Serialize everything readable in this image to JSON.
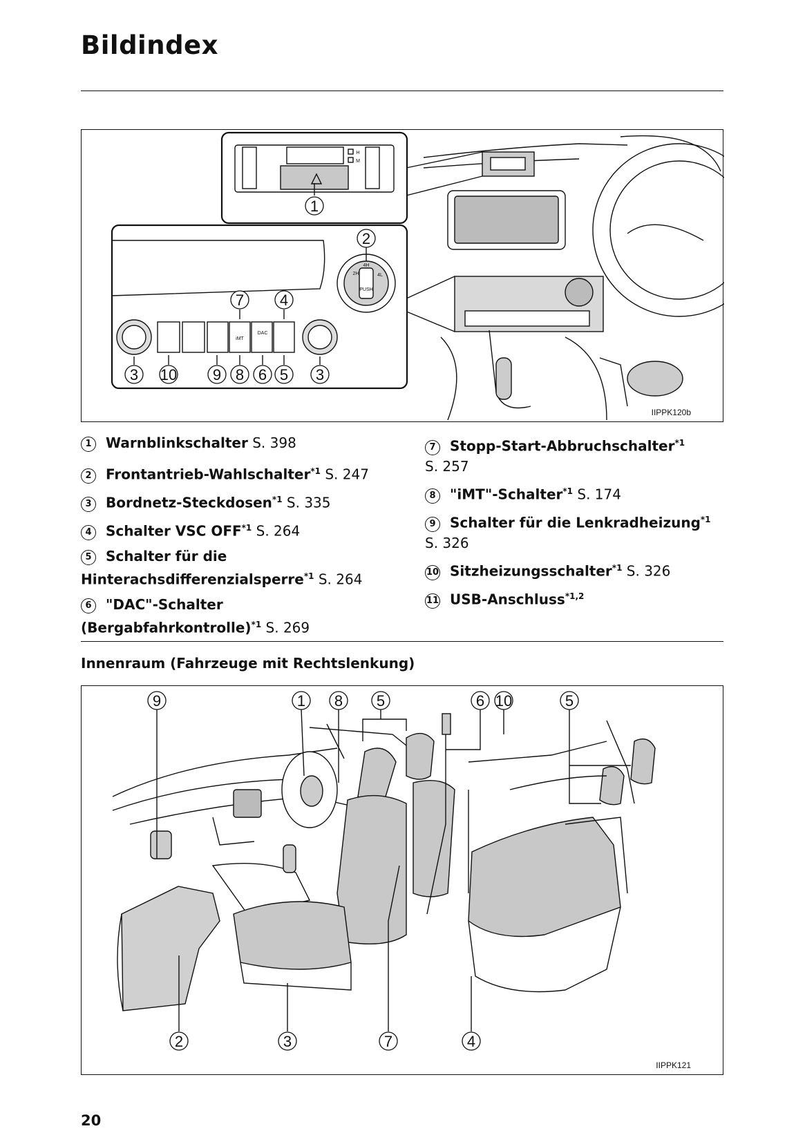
{
  "page": {
    "title": "Bildindex",
    "page_number": "20",
    "section_title": "Innenraum (Fahrzeuge mit Rechtslenkung)"
  },
  "figure1": {
    "code": "IIPPK120b",
    "callouts": [
      "1",
      "2",
      "3",
      "4",
      "5",
      "6",
      "7",
      "8",
      "9",
      "10"
    ],
    "knob_labels": [
      "2H",
      "4H",
      "4L",
      "PUSH"
    ],
    "button_labels": [
      "iMT",
      "DAC",
      "H",
      "M"
    ]
  },
  "figure2": {
    "code": "IIPPK121",
    "callouts_top": [
      "9",
      "1",
      "8",
      "5",
      "6",
      "10",
      "5"
    ],
    "callouts_bottom": [
      "2",
      "3",
      "7",
      "4"
    ]
  },
  "items": [
    {
      "num": "1",
      "name": "Warnblinkschalter",
      "sup": "",
      "page": "S. 398"
    },
    {
      "num": "2",
      "name": "Frontantrieb-Wahlschalter",
      "sup": "*1",
      "page": "S. 247"
    },
    {
      "num": "3",
      "name": "Bordnetz-Steckdosen",
      "sup": "*1",
      "page": "S. 335"
    },
    {
      "num": "4",
      "name": "Schalter VSC OFF",
      "sup": "*1",
      "page": "S. 264"
    },
    {
      "num": "5",
      "name_line1": "Schalter für die",
      "name": "Hinterachsdifferenzialsperre",
      "sup": "*1",
      "page": "S. 264"
    },
    {
      "num": "6",
      "name_line1": "\"DAC\"-Schalter",
      "name": "(Bergabfahrkontrolle)",
      "sup": "*1",
      "page": "S. 269"
    },
    {
      "num": "7",
      "name": "Stopp-Start-Abbruchschalter",
      "sup": "*1",
      "page": "S. 257"
    },
    {
      "num": "8",
      "name": "\"iMT\"-Schalter",
      "sup": "*1",
      "page": "S. 174"
    },
    {
      "num": "9",
      "name": "Schalter für die Lenkradheizung",
      "sup": "*1",
      "page": "S. 326"
    },
    {
      "num": "10",
      "name": "Sitzheizungsschalter",
      "sup": "*1",
      "page": "S. 326"
    },
    {
      "num": "11",
      "name": "USB-Anschluss",
      "sup": "*1,2",
      "page": ""
    }
  ]
}
